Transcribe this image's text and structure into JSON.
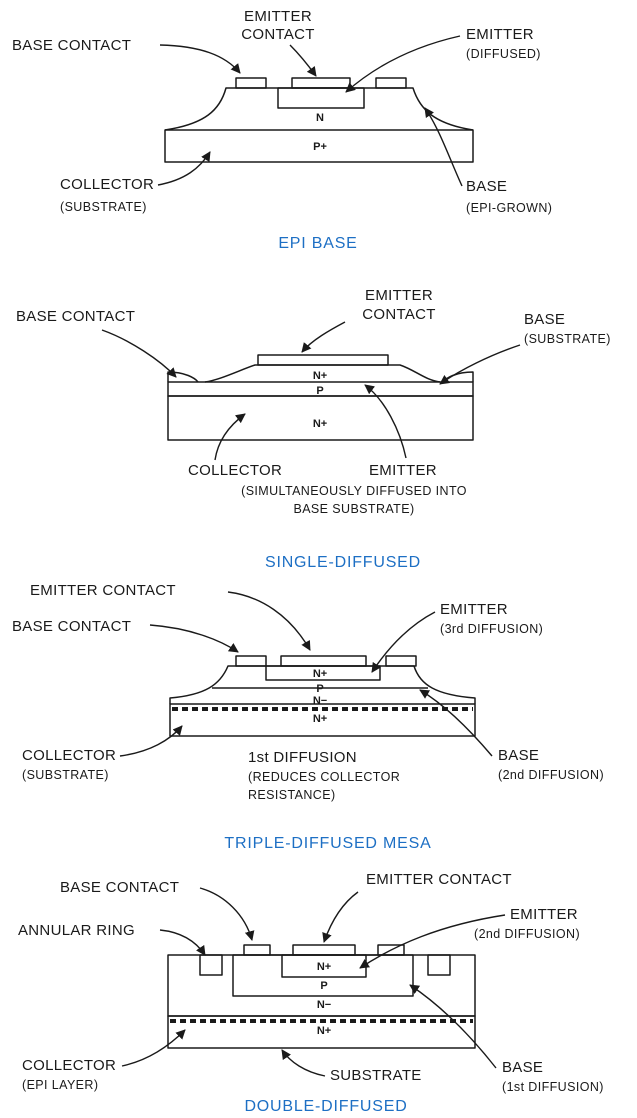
{
  "panels": [
    {
      "title": "EPI BASE",
      "regions": [
        "N",
        "P+"
      ],
      "labels": {
        "base_contact": "BASE CONTACT",
        "emitter_contact": [
          "EMITTER",
          "CONTACT"
        ],
        "emitter": [
          "EMITTER",
          "(DIFFUSED)"
        ],
        "collector": [
          "COLLECTOR",
          "(SUBSTRATE)"
        ],
        "base": [
          "BASE",
          "(EPI-GROWN)"
        ]
      }
    },
    {
      "title": "SINGLE-DIFFUSED",
      "regions": [
        "N+",
        "P",
        "N+"
      ],
      "labels": {
        "base_contact": "BASE CONTACT",
        "emitter_contact": [
          "EMITTER",
          "CONTACT"
        ],
        "base": [
          "BASE",
          "(SUBSTRATE)"
        ],
        "collector": "COLLECTOR",
        "emitter": "EMITTER",
        "note": [
          "(SIMULTANEOUSLY DIFFUSED INTO",
          "BASE SUBSTRATE)"
        ]
      }
    },
    {
      "title": "TRIPLE-DIFFUSED MESA",
      "regions": [
        "N+",
        "P",
        "N−",
        "N+"
      ],
      "labels": {
        "emitter_contact": "EMITTER CONTACT",
        "base_contact": "BASE CONTACT",
        "emitter": [
          "EMITTER",
          "(3rd DIFFUSION)"
        ],
        "collector": [
          "COLLECTOR",
          "(SUBSTRATE)"
        ],
        "first_diffusion": [
          "1st DIFFUSION",
          "(REDUCES COLLECTOR",
          "RESISTANCE)"
        ],
        "base": [
          "BASE",
          "(2nd DIFFUSION)"
        ]
      }
    },
    {
      "title": "DOUBLE-DIFFUSED",
      "regions": [
        "N+",
        "P",
        "N−",
        "N+"
      ],
      "labels": {
        "base_contact": "BASE CONTACT",
        "emitter_contact": "EMITTER CONTACT",
        "annular_ring": "ANNULAR RING",
        "emitter": [
          "EMITTER",
          "(2nd DIFFUSION)"
        ],
        "collector": [
          "COLLECTOR",
          "(EPI LAYER)"
        ],
        "substrate": "SUBSTRATE",
        "base": [
          "BASE",
          "(1st DIFFUSION)"
        ]
      }
    }
  ]
}
